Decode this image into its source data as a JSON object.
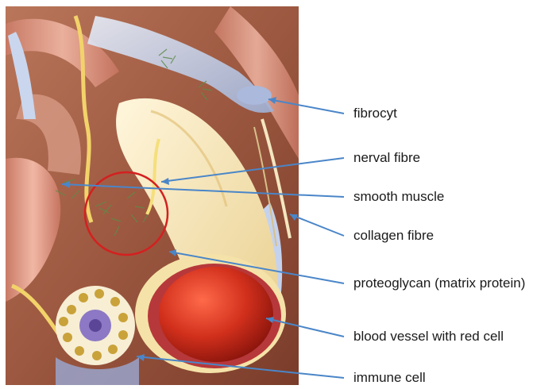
{
  "labels": [
    {
      "id": "fibrocyt",
      "text": "fibrocyt"
    },
    {
      "id": "nerval-fibre",
      "text": "nerval fibre"
    },
    {
      "id": "smooth-muscle",
      "text": "smooth muscle"
    },
    {
      "id": "collagen-fibre",
      "text": "collagen fibre"
    },
    {
      "id": "proteoglycan",
      "text": "proteoglycan (matrix protein)"
    },
    {
      "id": "blood-vessel",
      "text": "blood vessel with red cell"
    },
    {
      "id": "immune-cell",
      "text": "immune cell"
    }
  ],
  "colors": {
    "leader_line": "#4a86c8",
    "highlight_circle": "#d42020"
  }
}
